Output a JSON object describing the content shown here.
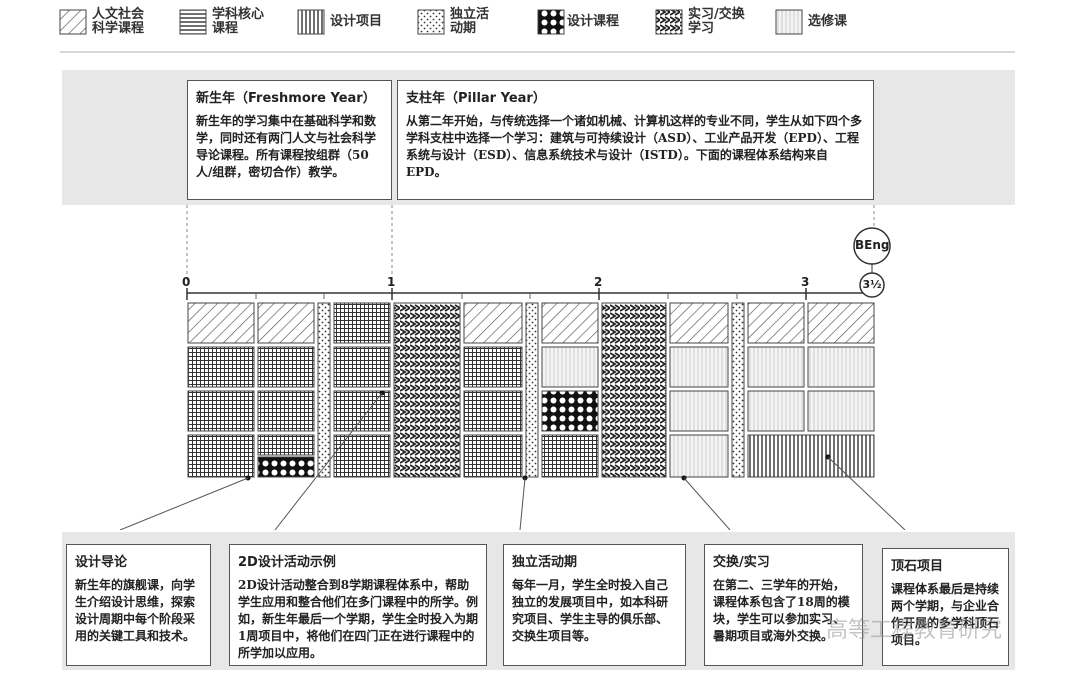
{
  "legend": [
    {
      "id": "hass",
      "label_line1": "人文社会",
      "label_line2": "科学课程",
      "pattern": "diag"
    },
    {
      "id": "core",
      "label_line1": "学科核心",
      "label_line2": "课程",
      "pattern": "hlines"
    },
    {
      "id": "proj",
      "label_line1": "设计项目",
      "label_line2": "",
      "pattern": "vlines"
    },
    {
      "id": "iap",
      "label_line1": "独立活",
      "label_line2": "动期",
      "pattern": "dots"
    },
    {
      "id": "dcourse",
      "label_line1": "设计课程",
      "label_line2": "",
      "pattern": "circles"
    },
    {
      "id": "intern",
      "label_line1": "实习/交换",
      "label_line2": "学习",
      "pattern": "zigzag"
    },
    {
      "id": "elective",
      "label_line1": "选修课",
      "label_line2": "",
      "pattern": "lightgrid"
    }
  ],
  "top_boxes": {
    "freshmore": {
      "title": "新生年（Freshmore Year）",
      "body": "新生年的学习集中在基础科学和数学，同时还有两门人文与社会科学导论课程。所有课程按组群（50人/组群，密切合作）教学。"
    },
    "pillar": {
      "title": "支柱年（Pillar Year）",
      "body": "从第二年开始，与传统选择一个诸如机械、计算机这样的专业不同，学生从如下四个多学科支柱中选择一个学习：建筑与可持续设计（ASD）、工业产品开发（EPD）、工程系统与设计（ESD）、信息系统技术与设计（ISTD）。下面的课程体系结构来自EPD。"
    }
  },
  "timeline": {
    "ticks": [
      "0",
      "1",
      "2",
      "3"
    ],
    "degree": "BEng",
    "duration": "3½"
  },
  "bottom_boxes": [
    {
      "title": "设计导论",
      "body": "新生年的旗舰课，向学生介绍设计思维，探索设计周期中每个阶段采用的关键工具和技术。"
    },
    {
      "title": "2D设计活动示例",
      "body": "2D设计活动整合到8学期课程体系中，帮助学生应用和整合他们在多门课程中的所学。例如，新生年最后一个学期，学生全时投入为期1周项目中，将他们在四门正在进行课程中的所学加以应用。"
    },
    {
      "title": "独立活动期",
      "body": "每年一月，学生全时投入自己独立的发展项目中，如本科研究项目、学生主导的俱乐部、交换生项目等。"
    },
    {
      "title": "交换/实习",
      "body": "在第二、三学年的开始，课程体系包含了18周的模块，学生可以参加实习、暑期项目或海外交换。"
    },
    {
      "title": "顶石项目",
      "body": "课程体系最后是持续两个学期，与企业合作开展的多学科顶石项目。"
    }
  ],
  "watermark": "高等工程教育研究"
}
